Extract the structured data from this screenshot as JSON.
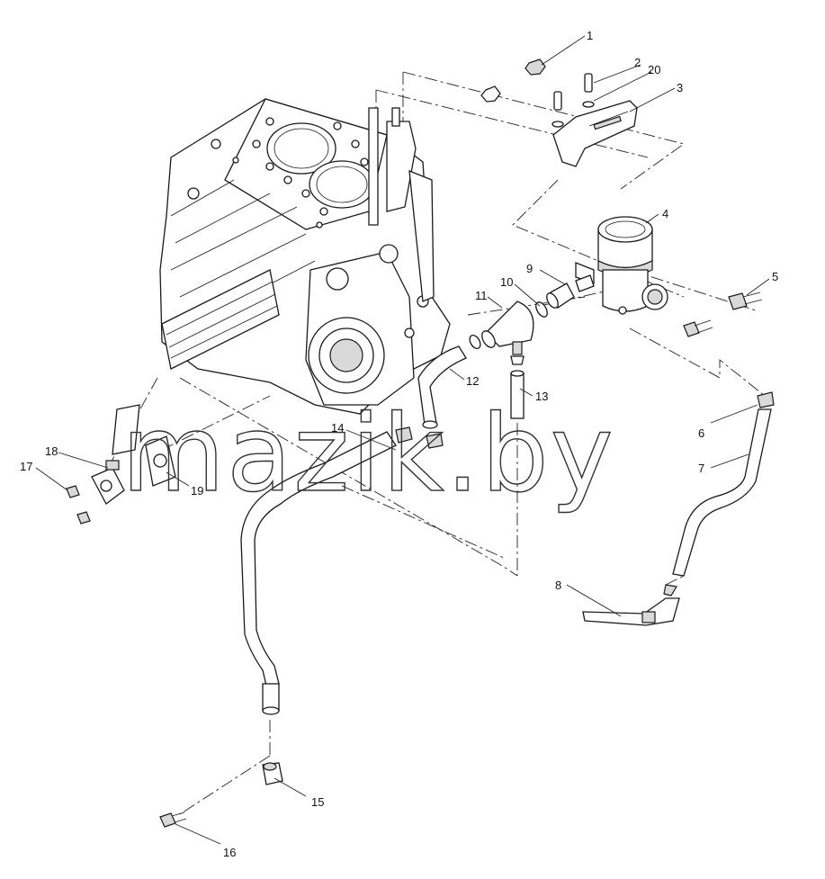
{
  "watermark": "mazik.by",
  "callouts": [
    {
      "id": "c1",
      "label": "1"
    },
    {
      "id": "c2",
      "label": "2"
    },
    {
      "id": "c20",
      "label": "20"
    },
    {
      "id": "c3",
      "label": "3"
    },
    {
      "id": "c4",
      "label": "4"
    },
    {
      "id": "c5",
      "label": "5"
    },
    {
      "id": "c6",
      "label": "6"
    },
    {
      "id": "c7",
      "label": "7"
    },
    {
      "id": "c8",
      "label": "8"
    },
    {
      "id": "c9",
      "label": "9"
    },
    {
      "id": "c10",
      "label": "10"
    },
    {
      "id": "c11",
      "label": "11"
    },
    {
      "id": "c12",
      "label": "12"
    },
    {
      "id": "c13",
      "label": "13"
    },
    {
      "id": "c14",
      "label": "14"
    },
    {
      "id": "c15",
      "label": "15"
    },
    {
      "id": "c16",
      "label": "16"
    },
    {
      "id": "c17",
      "label": "17"
    },
    {
      "id": "c18",
      "label": "18"
    },
    {
      "id": "c19",
      "label": "19"
    }
  ]
}
